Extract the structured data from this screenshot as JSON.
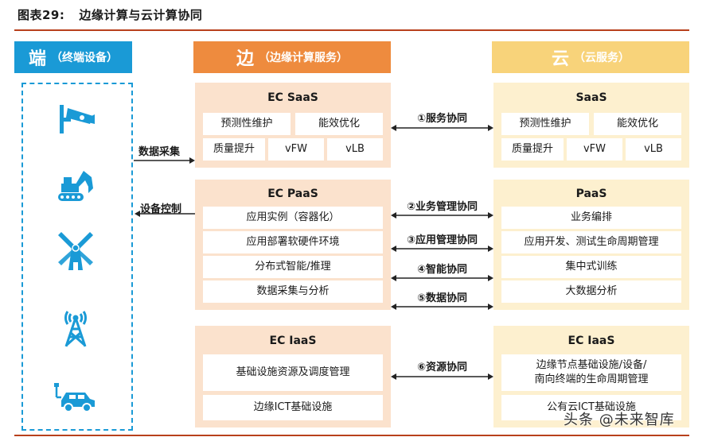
{
  "figure": {
    "label": "图表29:",
    "title": "边缘计算与云计算协同"
  },
  "headers": {
    "end": {
      "big": "端",
      "small": "（终端设备）"
    },
    "edge": {
      "big": "边",
      "small": "（边缘计算服务）"
    },
    "cloud": {
      "big": "云",
      "small": "（云服务）"
    }
  },
  "devices": [
    "camera-icon",
    "excavator-icon",
    "windmill-icon",
    "signal-tower-icon",
    "electric-car-icon"
  ],
  "left_arrows": {
    "collect": "数据采集",
    "control": "设备控制"
  },
  "edge": {
    "saas": {
      "title": "EC SaaS",
      "row1": [
        "预测性维护",
        "能效优化"
      ],
      "row2": [
        "质量提升",
        "vFW",
        "vLB"
      ]
    },
    "paas": {
      "title": "EC PaaS",
      "items": [
        "应用实例（容器化）",
        "应用部署软硬件环境",
        "分布式智能/推理",
        "数据采集与分析"
      ]
    },
    "iaas": {
      "title": "EC IaaS",
      "items": [
        "基础设施资源及调度管理",
        "边缘ICT基础设施"
      ]
    }
  },
  "collab": {
    "service": "①服务协同",
    "business": "②业务管理协同",
    "app": "③应用管理协同",
    "intel": "④智能协同",
    "data": "⑤数据协同",
    "resource": "⑥资源协同"
  },
  "cloud": {
    "saas": {
      "title": "SaaS",
      "row1": [
        "预测性维护",
        "能效优化"
      ],
      "row2": [
        "质量提升",
        "vFW",
        "vLB"
      ]
    },
    "paas": {
      "title": "PaaS",
      "items": [
        "业务编排",
        "应用开发、测试生命周期管理",
        "集中式训练",
        "大数据分析"
      ]
    },
    "iaas": {
      "title": "EC IaaS",
      "item1_line1": "边缘节点基础设施/设备/",
      "item1_line2": "南向终端的生命周期管理",
      "item2": "公有云ICT基础设施"
    }
  },
  "watermark": "头条 @未来智库",
  "colors": {
    "end_blue": "#1a9ad6",
    "edge_orange": "#ee8b3e",
    "cloud_yellow": "#f8d37a",
    "edge_panel": "#fbe2cd",
    "cloud_panel": "#fdf0cf",
    "rule_red": "#b8401c"
  }
}
